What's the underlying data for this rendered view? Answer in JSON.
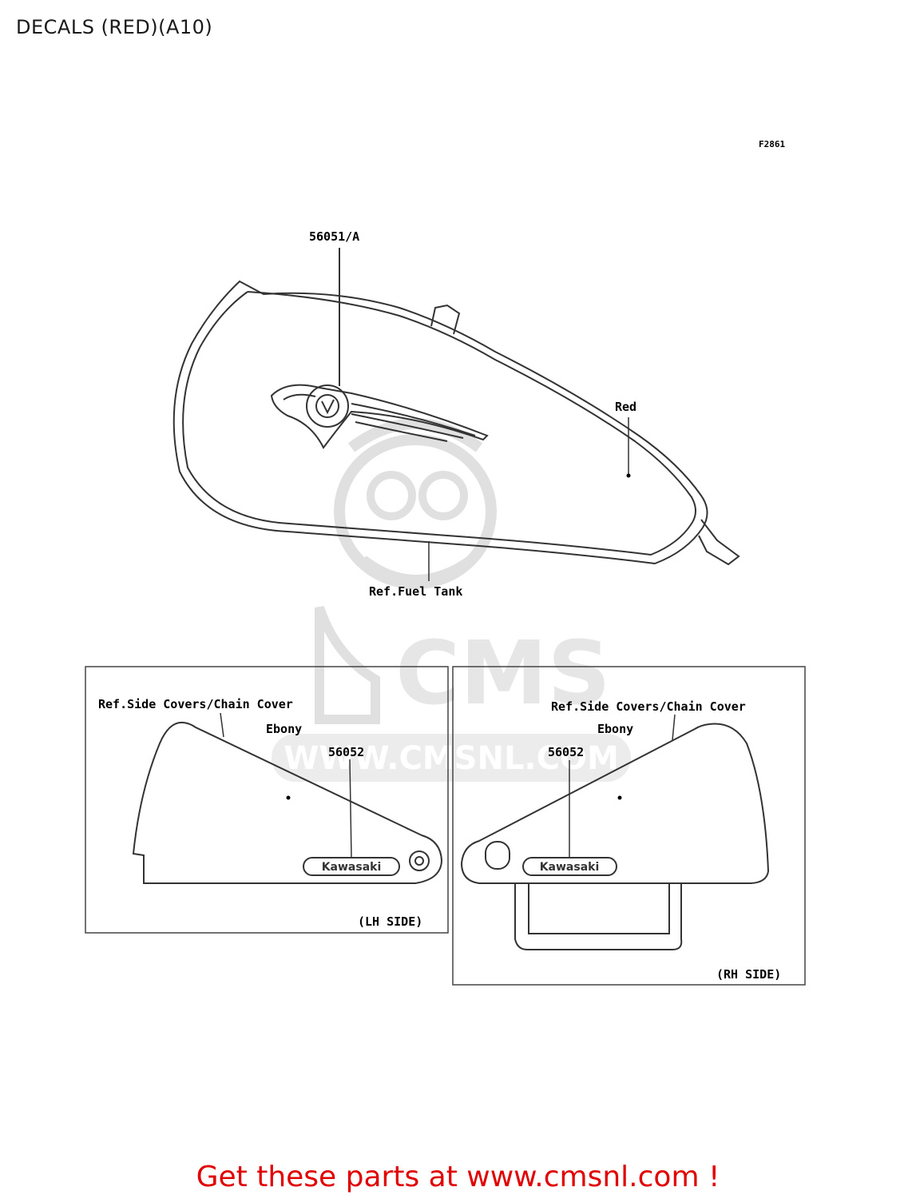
{
  "header": {
    "title": "DECALS (RED)(A10)"
  },
  "diagram": {
    "figure_code": "F2861",
    "tank": {
      "part_label": "56051/A",
      "color_label": "Red",
      "ref_label": "Ref.Fuel Tank"
    },
    "lh_panel": {
      "ref_label": "Ref.Side Covers/Chain Cover",
      "color_label": "Ebony",
      "part_label": "56052",
      "logo_text": "Kawasaki",
      "side_label": "(LH SIDE)"
    },
    "rh_panel": {
      "ref_label": "Ref.Side Covers/Chain Cover",
      "color_label": "Ebony",
      "part_label": "56052",
      "logo_text": "Kawasaki",
      "side_label": "(RH SIDE)"
    }
  },
  "watermark": {
    "text": "WWW.CMSNL.COM",
    "logo_text": "CMS"
  },
  "footer": {
    "promo_text": "Get these parts at www.cmsnl.com !"
  },
  "colors": {
    "promo": "#e00000",
    "line": "#333333",
    "watermark": "#e6e6e6"
  }
}
